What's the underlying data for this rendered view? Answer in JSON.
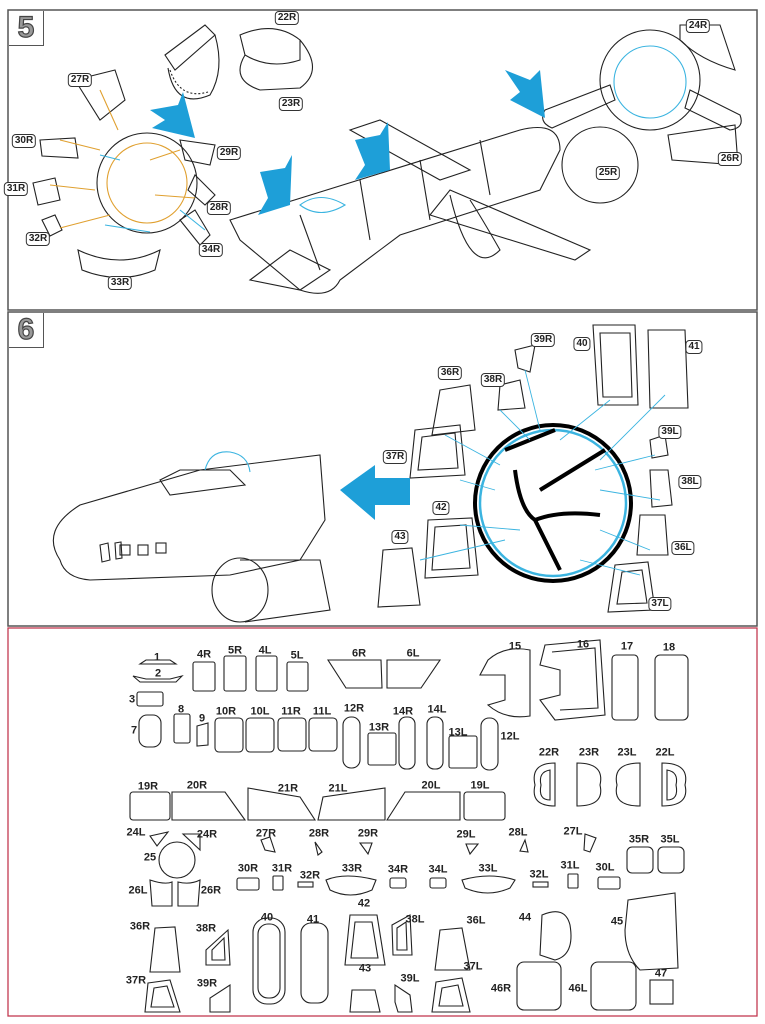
{
  "steps": {
    "step5": "5",
    "step6": "6"
  },
  "step5_labels": [
    "22R",
    "23R",
    "24R",
    "25R",
    "26R",
    "27R",
    "28R",
    "29R",
    "30R",
    "31R",
    "32R",
    "33R",
    "34R"
  ],
  "step6_labels": [
    "39R",
    "40",
    "41",
    "36R",
    "38R",
    "39L",
    "37R",
    "38L",
    "42",
    "43",
    "36L",
    "37L"
  ],
  "parts_labels": [
    "1",
    "2",
    "3",
    "4R",
    "5R",
    "4L",
    "5L",
    "6R",
    "6L",
    "15",
    "16",
    "17",
    "18",
    "7",
    "8",
    "9",
    "10R",
    "10L",
    "11R",
    "11L",
    "12R",
    "13R",
    "14R",
    "14L",
    "13L",
    "12L",
    "22R",
    "23R",
    "23L",
    "22L",
    "19R",
    "20R",
    "21R",
    "21L",
    "20L",
    "19L",
    "24L",
    "24R",
    "25",
    "27R",
    "28R",
    "29R",
    "29L",
    "28L",
    "27L",
    "35R",
    "35L",
    "26L",
    "26R",
    "30R",
    "31R",
    "32R",
    "33R",
    "34R",
    "34L",
    "33L",
    "32L",
    "31L",
    "30L",
    "36R",
    "38R",
    "40",
    "41",
    "42",
    "38L",
    "36L",
    "44",
    "45",
    "37R",
    "39R",
    "43",
    "39L",
    "37L",
    "46R",
    "46L",
    "47"
  ],
  "colors": {
    "arrow": "#1e9fd8",
    "mask_blue": "#3bb4e0",
    "orange": "#e0a030",
    "sheet_border": "#c23a50"
  }
}
